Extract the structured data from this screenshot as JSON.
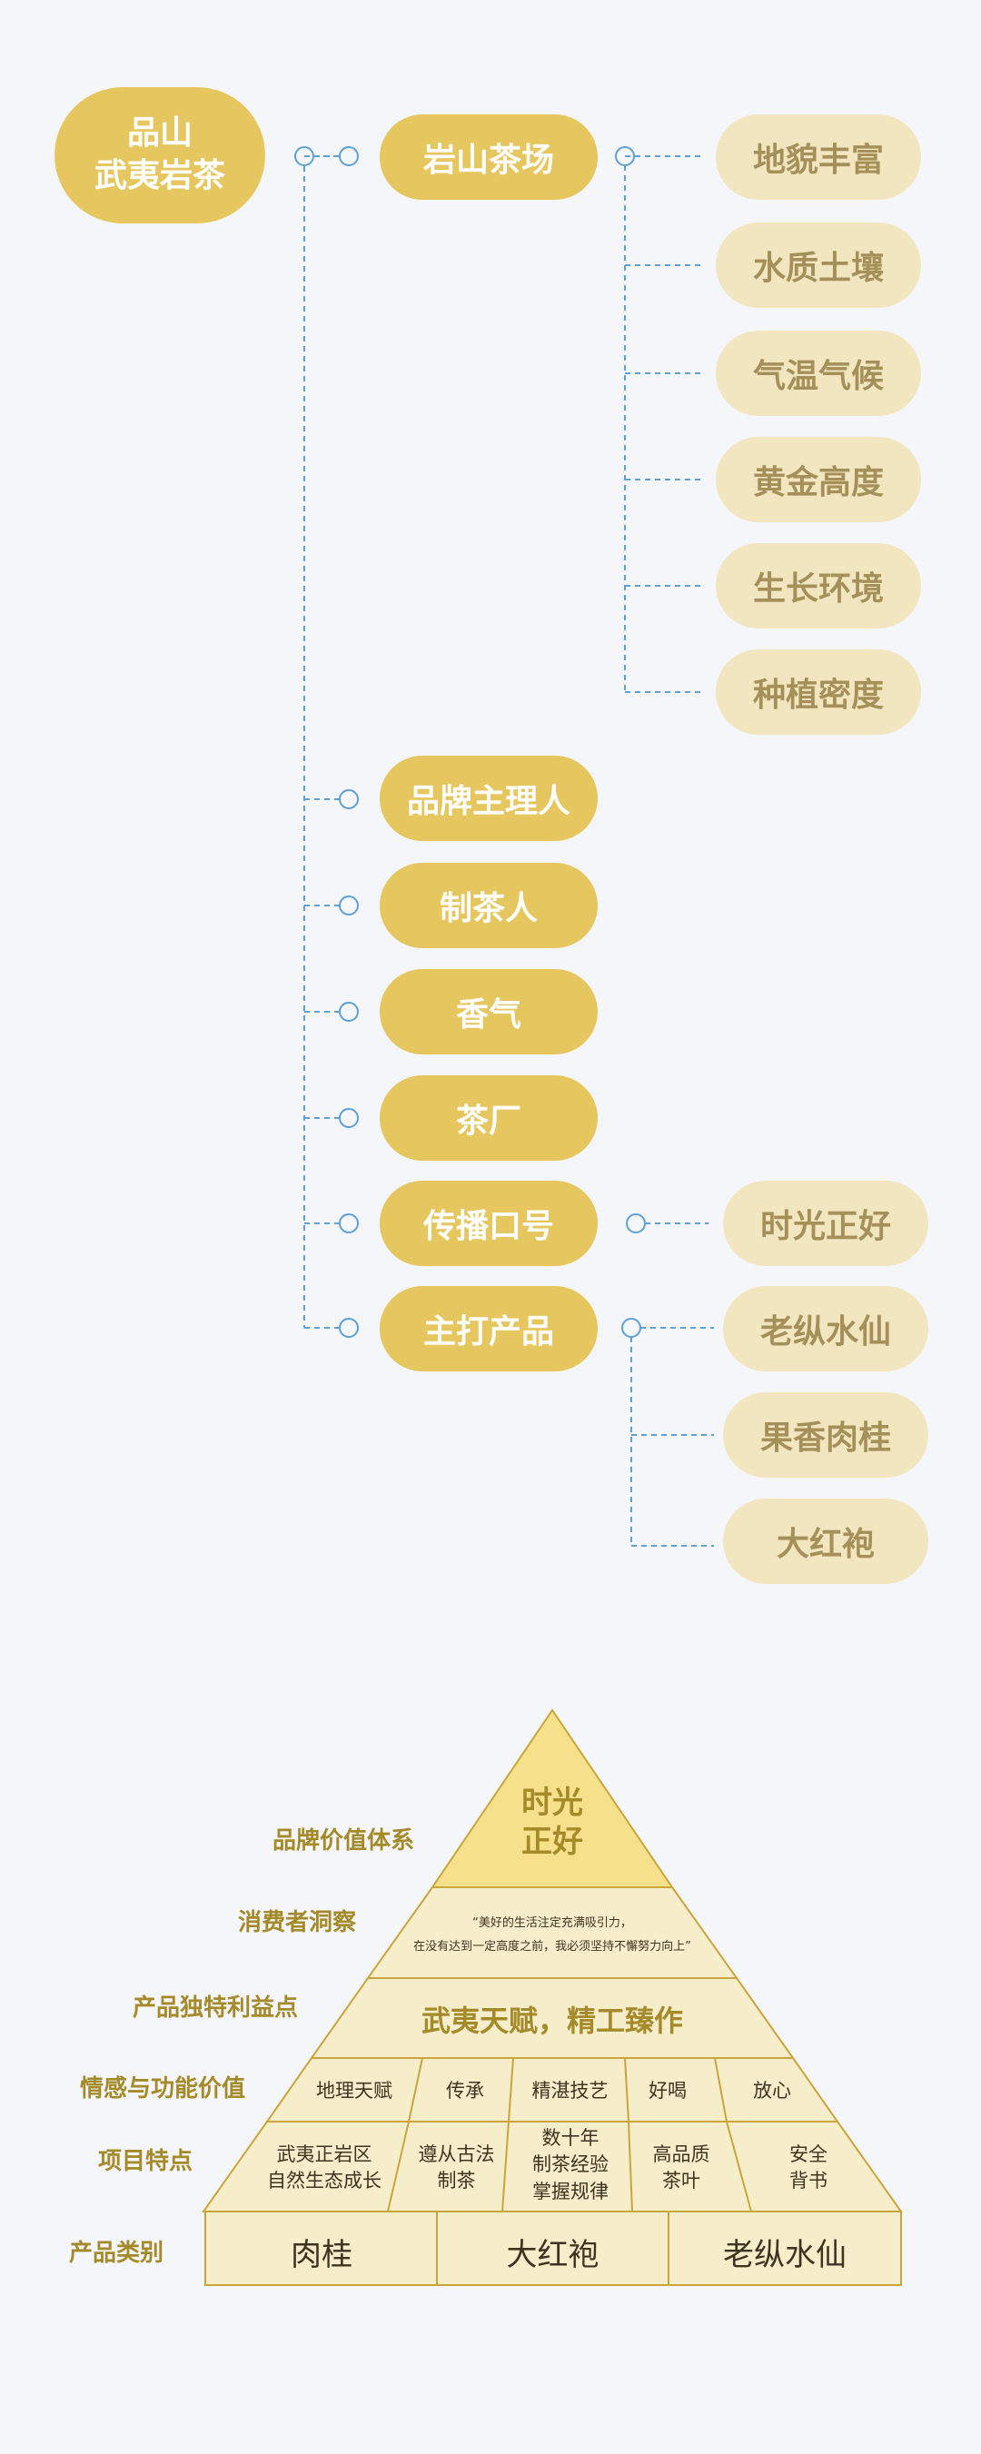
{
  "tree": {
    "root": "品山\n武夷岩茶",
    "branches": [
      {
        "label": "岩山茶场",
        "children": [
          "地貌丰富",
          "水质土壤",
          "气温气候",
          "黄金高度",
          "生长环境",
          "种植密度"
        ]
      },
      {
        "label": "品牌主理人",
        "children": []
      },
      {
        "label": "制茶人",
        "children": []
      },
      {
        "label": "香气",
        "children": []
      },
      {
        "label": "茶厂",
        "children": []
      },
      {
        "label": "传播口号",
        "children": [
          "时光正好"
        ]
      },
      {
        "label": "主打产品",
        "children": [
          "老纵水仙",
          "果香肉桂",
          "大红袍"
        ]
      }
    ]
  },
  "pyramid": {
    "labels": {
      "brand_value": "品牌价值体系",
      "consumer_insight": "消费者洞察",
      "unique_benefit": "产品独特利益点",
      "emotional_value": "情感与功能价值",
      "features": "项目特点",
      "category": "产品类别"
    },
    "apex": "时光\n正好",
    "insight_line1": "“美好的生活注定充满吸引力，",
    "insight_line2": "在没有达到一定高度之前，我必须坚持不懈努力向上”",
    "benefit": "武夷天赋，精工臻作",
    "values": [
      "地理天赋",
      "传承",
      "精湛技艺",
      "好喝",
      "放心"
    ],
    "features": [
      "武夷正岩区\n自然生态成长",
      "遵从古法\n制茶",
      "数十年\n制茶经验\n掌握规律",
      "高品质\n茶叶",
      "安全\n背书"
    ],
    "categories": [
      "肉桂",
      "大红袍",
      "老纵水仙"
    ]
  },
  "colors": {
    "gold": "#e6c65e",
    "pale_gold": "#f1e6c0",
    "line_blue": "#5ea0d6",
    "apex": "#f7e08c",
    "tier": "#f6edcb",
    "outline": "#c9a53a"
  }
}
